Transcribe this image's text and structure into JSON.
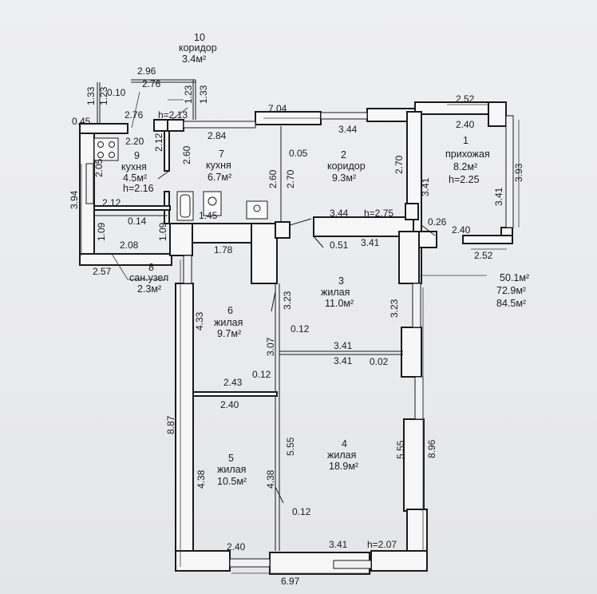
{
  "rooms": {
    "r1": {
      "num": "1",
      "name": "прихожая",
      "area": "8.2м²",
      "h": "h=2.25"
    },
    "r2": {
      "num": "2",
      "name": "коридор",
      "area": "9.3м²"
    },
    "r3": {
      "num": "3",
      "name": "жилая",
      "area": "11.0м²"
    },
    "r4": {
      "num": "4",
      "name": "жилая",
      "area": "18.9м²"
    },
    "r5": {
      "num": "5",
      "name": "жилая",
      "area": "10.5м²"
    },
    "r6": {
      "num": "6",
      "name": "жилая",
      "area": "9.7м²"
    },
    "r7": {
      "num": "7",
      "name": "кухня",
      "area": "6.7м²"
    },
    "r8": {
      "num": "8",
      "name": "сан.узел",
      "area": "2.3м²"
    },
    "r9": {
      "num": "9",
      "name": "кухня",
      "area": "4.5м²",
      "h": "h=2.16"
    },
    "r10": {
      "num": "10",
      "name": "коридор",
      "area": "3.4м²"
    }
  },
  "totals": {
    "t1": "50.1м²",
    "t2": "72.9м²",
    "t3": "84.5м²"
  },
  "dims": {
    "d296": "2.96",
    "d276a": "2.76",
    "d133a": "1.33",
    "d123a": "1.23",
    "d010": "0.10",
    "d123b": "1.23",
    "d133b": "1.33",
    "d045": "0.45",
    "d276b": "2.76",
    "h213": "h=2.13",
    "d704": "7.04",
    "d252a": "2.52",
    "d240a": "2.40",
    "d220": "2.20",
    "d205": "2.05",
    "d394": "3.94",
    "d212a": "2.12",
    "d260a": "2.60",
    "d284": "2.84",
    "d005": "0.05",
    "d344a": "3.44",
    "d270a": "2.70",
    "d341a": "3.41",
    "d393": "3.93",
    "d341b": "3.41",
    "d212b": "2.12",
    "d014": "0.14",
    "d145": "1.45",
    "d260b": "2.60",
    "d270b": "2.70",
    "d344b": "3.44",
    "h275": "h=2.75",
    "d026": "0.26",
    "d240b": "2.40",
    "d252b": "2.52",
    "d109a": "1.09",
    "d208": "2.08",
    "d109b": "1.09",
    "d257": "2.57",
    "d178": "1.78",
    "d051": "0.51",
    "d341c": "3.41",
    "d323a": "3.23",
    "d323b": "3.23",
    "d433": "4.33",
    "d012a": "0.12",
    "d307": "3.07",
    "d341d": "3.41",
    "d341e": "3.41",
    "d002": "0.02",
    "d243": "2.43",
    "d012b": "0.12",
    "d240c": "2.40",
    "d887": "8.87",
    "d896": "8.96",
    "d555a": "5.55",
    "d555b": "5.55",
    "d438a": "4.38",
    "d438b": "4.38",
    "d012c": "0.12",
    "d240d": "2.40",
    "d341f": "3.41",
    "h207": "h=2.07",
    "d697": "6.97"
  }
}
